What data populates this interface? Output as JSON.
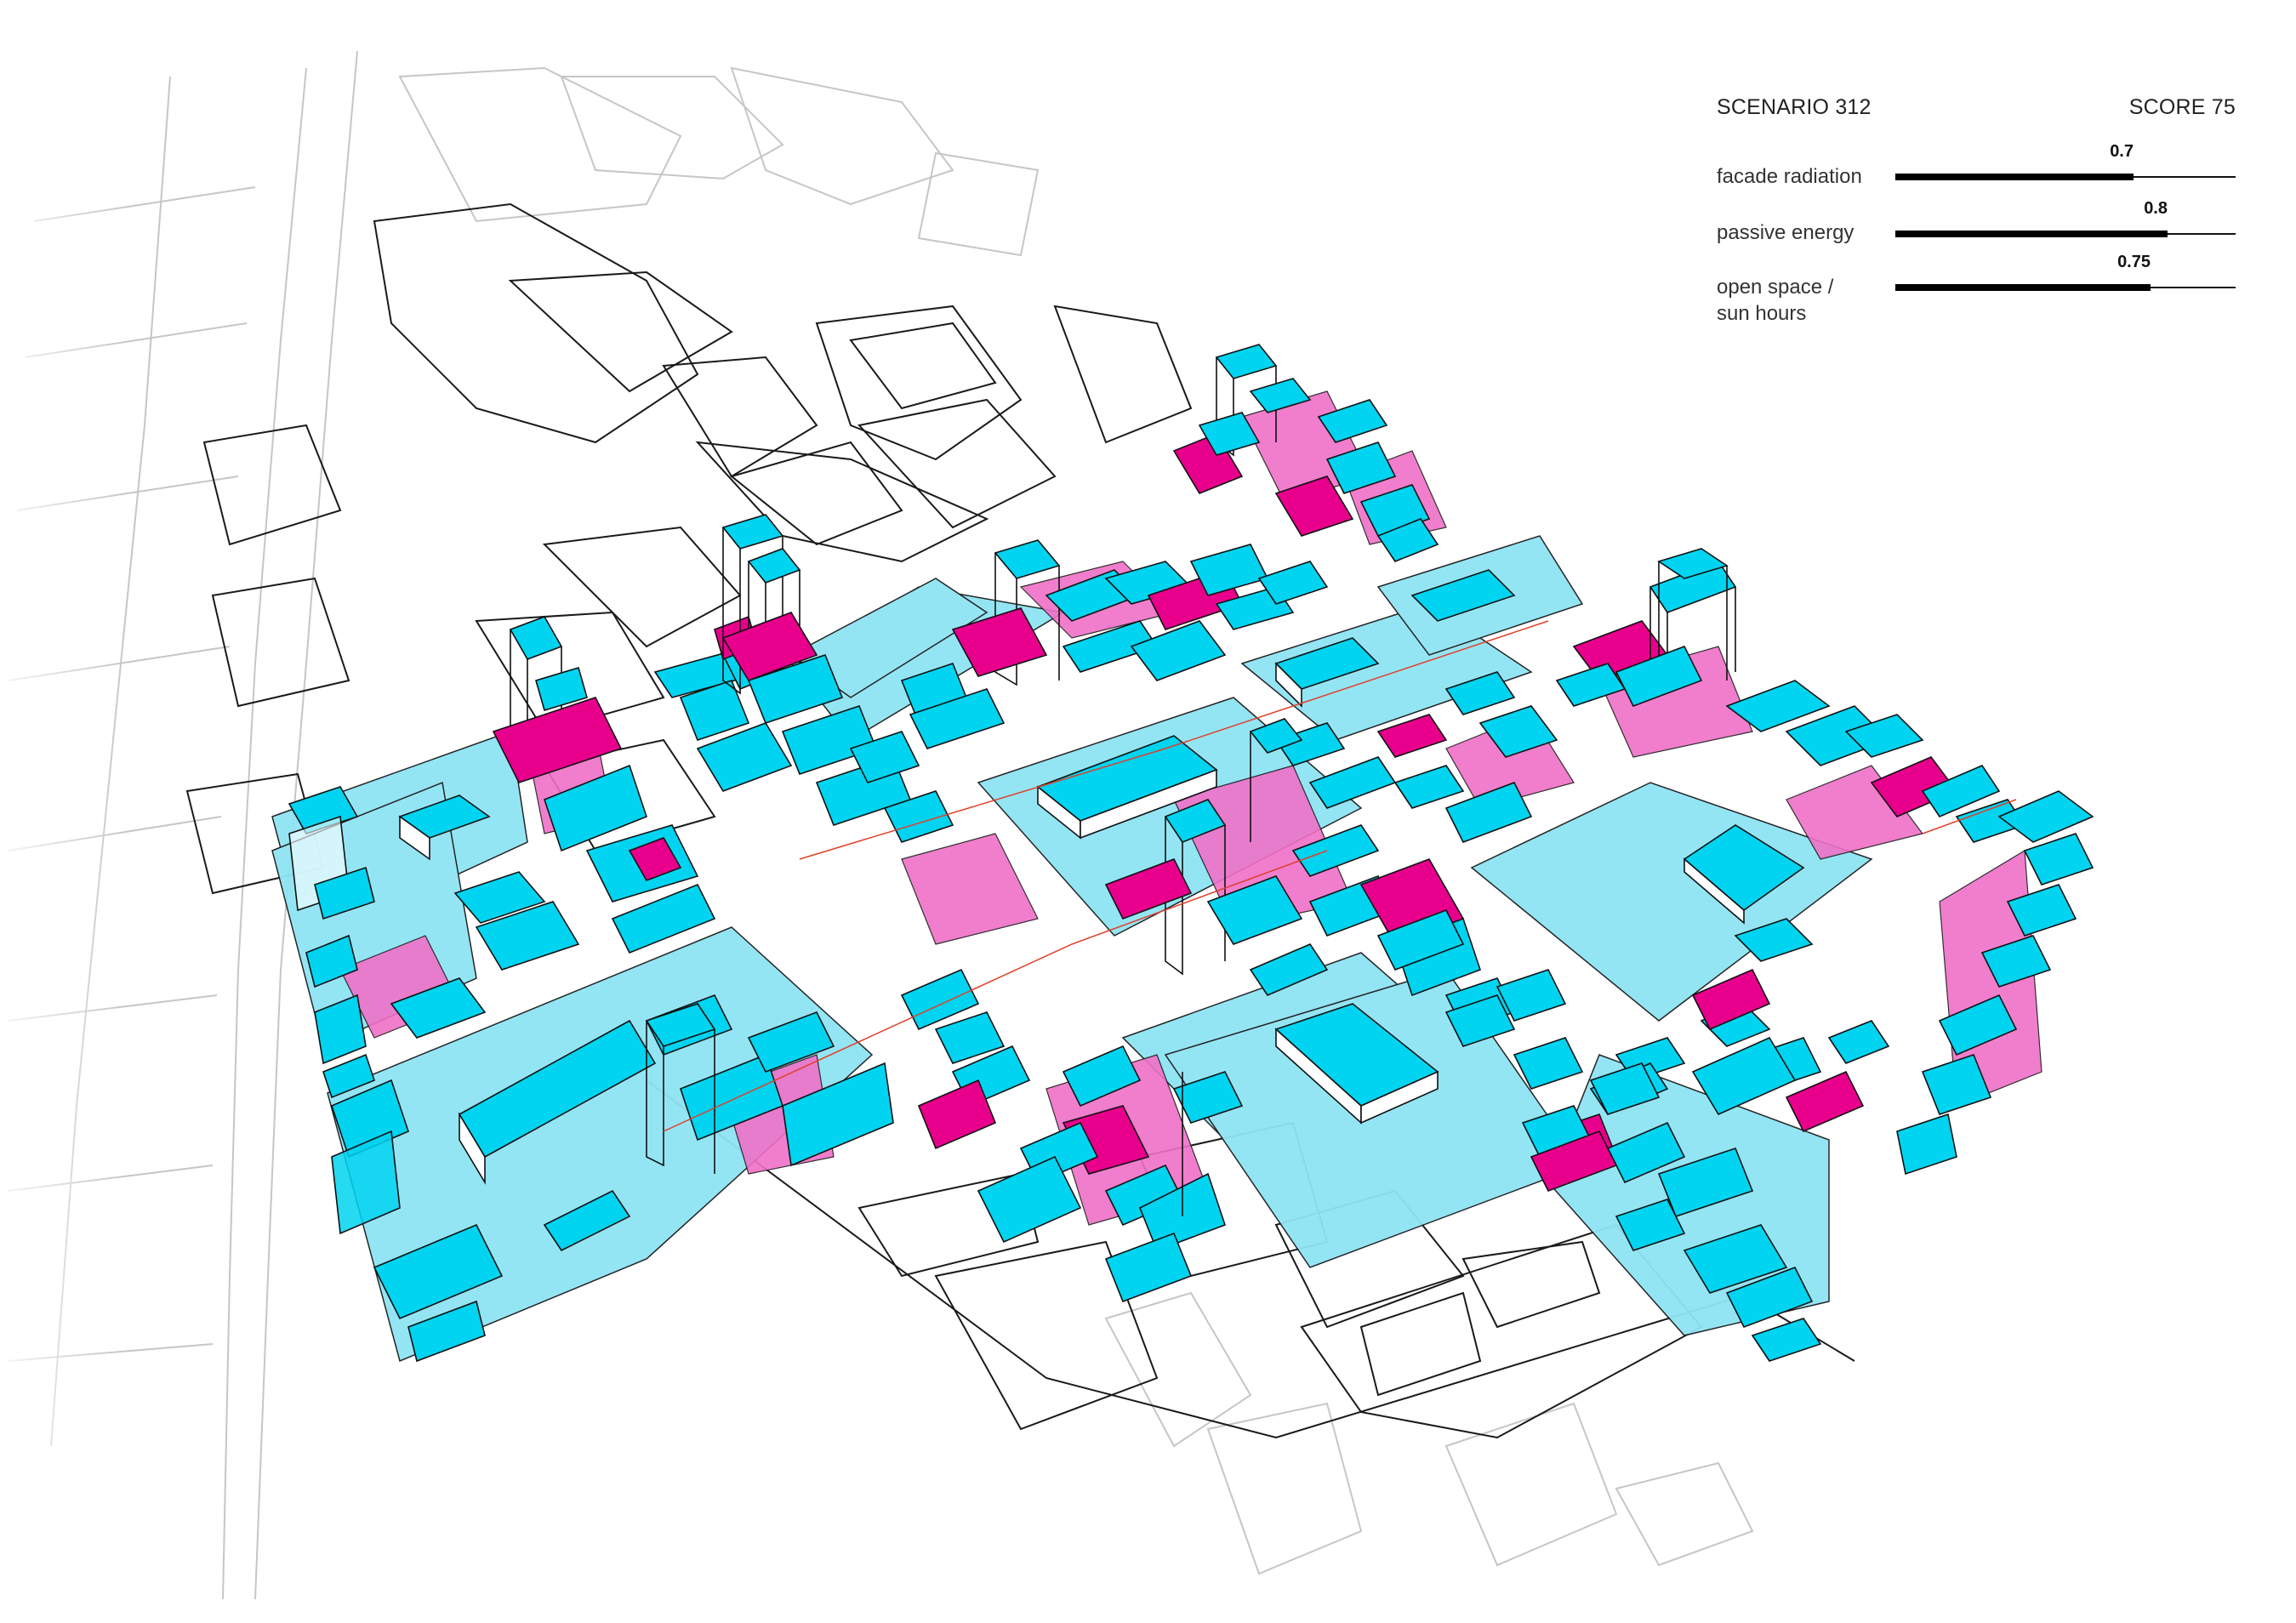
{
  "legend": {
    "scenario": "SCENARIO 312",
    "score": "SCORE 75",
    "metrics": [
      {
        "label": "facade radiation",
        "value": 0.7,
        "value_text": "0.7"
      },
      {
        "label": "passive energy",
        "value": 0.8,
        "value_text": "0.8"
      },
      {
        "label": "open space /\nsun hours",
        "value": 0.75,
        "value_text": "0.75"
      }
    ]
  },
  "colors": {
    "building_cyan": "#00d4f0",
    "plot_lightcyan": "#8fe4f4",
    "courtyard_magenta": "#f070c8",
    "facade_magenta": "#e8008c",
    "linework": "#111111",
    "context_lines": "#bdbdbd"
  }
}
